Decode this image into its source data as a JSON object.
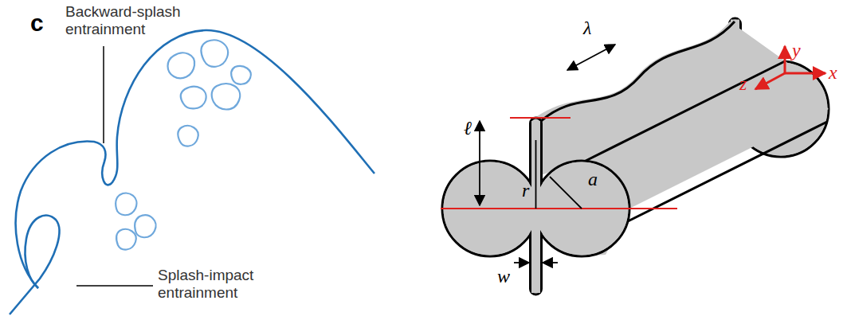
{
  "diagram": {
    "labels": [
      "c",
      "Backward-splash entrainment",
      "Splash-impact entrainment",
      "λ",
      "ℓ",
      "r",
      "a",
      "w",
      "y",
      "z",
      "x"
    ]
  }
}
